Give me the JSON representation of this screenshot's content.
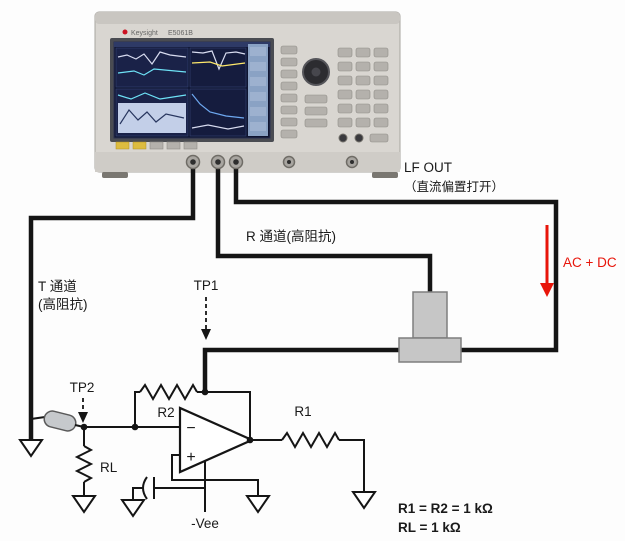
{
  "instrument": {
    "brand": "Keysight",
    "model": "E5061B"
  },
  "connections": {
    "lf_out_label": "LF OUT",
    "lf_out_note": "（直流偏置打开）",
    "r_channel_label": "R 通道(高阻抗)",
    "t_channel_label_line1": "T 通道",
    "t_channel_label_line2": "(高阻抗)",
    "ac_dc_label": "AC + DC"
  },
  "testpoints": {
    "tp1": "TP1",
    "tp2": "TP2"
  },
  "components": {
    "r1": "R1",
    "r2": "R2",
    "rl": "RL",
    "vee": "-Vee",
    "opamp_minus": "−",
    "opamp_plus": "+"
  },
  "notes": {
    "eq1": "R1 = R2 = 1 kΩ",
    "eq2": "RL = 1 kΩ"
  },
  "colors": {
    "wire": "#151515",
    "highlight_red": "#e8150a",
    "instrument_body": "#d9d6d1",
    "screen_bg": "#0e1430",
    "tee_fill": "#c6c6c6"
  }
}
